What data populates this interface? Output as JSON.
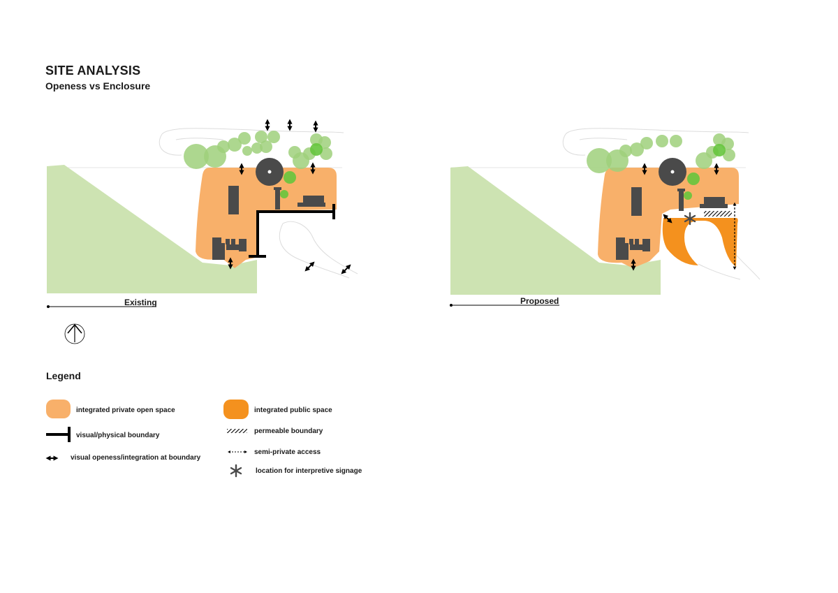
{
  "header": {
    "title": "SITE ANALYSIS",
    "subtitle": "Openess vs Enclosure"
  },
  "panels": {
    "existing_label": "Existing",
    "proposed_label": "Proposed"
  },
  "legend": {
    "title": "Legend",
    "items": [
      {
        "label": "integrated private open space",
        "symbol": "light-orange-swatch"
      },
      {
        "label": "visual/physical boundary",
        "symbol": "boundary-line-icon"
      },
      {
        "label": "visual openess/integration at boundary",
        "symbol": "double-arrow-icon"
      },
      {
        "label": "integrated public space",
        "symbol": "orange-swatch"
      },
      {
        "label": "permeable boundary",
        "symbol": "hatch-icon"
      },
      {
        "label": "semi-private access",
        "symbol": "dashed-double-arrow-icon"
      },
      {
        "label": "location for interpretive signage",
        "symbol": "asterisk-icon"
      }
    ]
  },
  "colors": {
    "private_space": "#f8b06a",
    "public_space": "#f4911e",
    "park": "#cde3b2",
    "tree": "#9fd07b",
    "tree_bright": "#66c53d",
    "building": "#4a4a4a",
    "boundary": "#000000"
  }
}
